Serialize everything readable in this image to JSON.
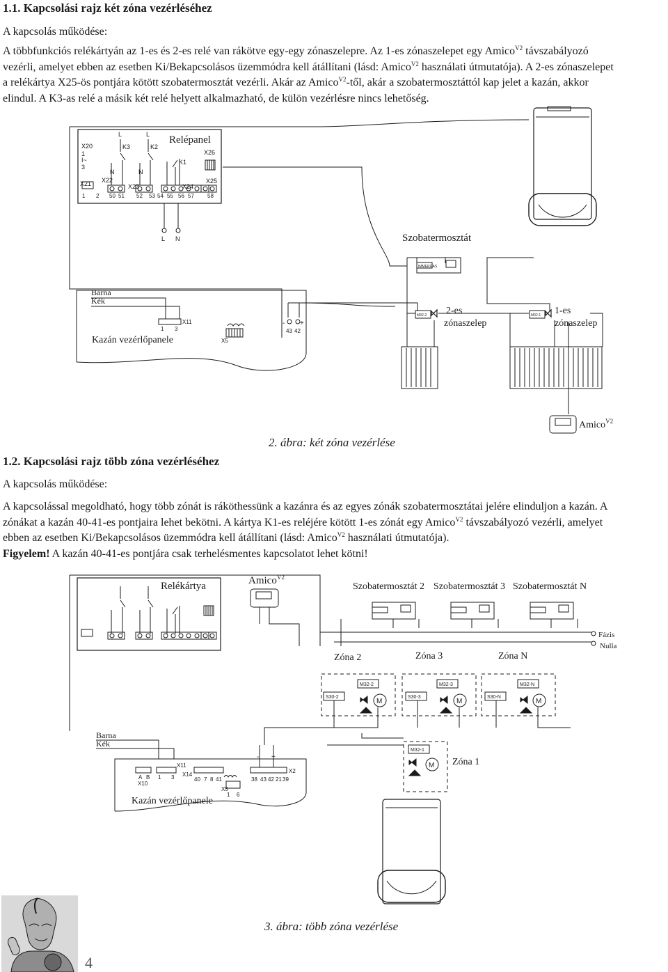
{
  "section1": {
    "heading": "1.1. Kapcsolási rajz két zóna vezérléséhez",
    "subheading": "A kapcsolás működése:",
    "line1": "A többfunkciós relékártyán az 1-es és 2-es relé van rákötve egy-egy zónaszelepre. Az 1-es zónaszelepet egy Amico",
    "line1_sup": "V2",
    "line1_tail": " távszabályozó",
    "line2": "vezérli, amelyet ebben az esetben Ki/Bekapcsolásos üzemmódra kell átállítani (lásd: Amico",
    "line2_sup": "V2",
    "line2_tail": " használati útmutatója). A 2-es zónaszelepet",
    "line3": "a relékártya X25-ös pontjára kötött szobatermosztát vezérli. Akár az Amico",
    "line3_sup": "V2",
    "line3_tail": "-től, akár a szobatermosztáttól kap jelet a kazán, akkor",
    "line4": "elindul. A K3-as relé a másik két relé helyett alkalmazható, de külön vezérlésre nincs lehetőség."
  },
  "figure2": {
    "relay_panel": "Relépanel",
    "room_thermostat": "Szobatermosztát",
    "brown": "Barna",
    "blue": "Kék",
    "boiler_panel": "Kazán vezérlőpanele",
    "zone_valve_2_a": "2-es",
    "zone_valve_2_b": "zónaszelep",
    "zone_valve_1_a": "1-es",
    "zone_valve_1_b": "zónaszelep",
    "amico": "Amico",
    "amico_sup": "V2",
    "caption": "2. ábra: két zóna vezérlése",
    "labels": {
      "x20": "X20",
      "one": "1",
      "i": "I~",
      "three": "3",
      "x21": "X21",
      "x22": "X22",
      "k3": "K3",
      "k2": "K2",
      "k1": "K1",
      "x26": "X26",
      "x25": "X25",
      "x23": "X23",
      "x24": "X24",
      "l": "L",
      "n": "N",
      "t1": "1",
      "t2": "2",
      "t50": "50",
      "t51": "51",
      "t52": "52",
      "t53": "53",
      "t54": "54",
      "t55": "55",
      "t56": "56",
      "t57": "57",
      "t58": "58",
      "x11": "X11",
      "x11_1": "1",
      "x11_3": "3",
      "x5": "X5",
      "minus": "-",
      "plus": "+",
      "t43": "43",
      "t42": "42",
      "m32_2": "M32-2",
      "m32_1": "M32-1",
      "immergas": "IMMERGAS"
    }
  },
  "section2": {
    "heading": "1.2. Kapcsolási rajz több zóna vezérléséhez",
    "subheading": "A kapcsolás működése:",
    "line1": "A kapcsolással megoldható, hogy több zónát is ráköthessünk a kazánra és az egyes zónák szobatermosztátai jelére elinduljon a kazán. A",
    "line2": "zónákat a kazán 40-41-es pontjaira lehet bekötni. A kártya K1-es reléjére kötött 1-es zónát egy Amico",
    "line2_sup": "V2",
    "line2_tail": " távszabályozó vezérli, amelyet",
    "line3": "ebben az esetben Ki/Bekapcsolásos üzemmódra kell átállítani (lásd: Amico",
    "line3_sup": "V2",
    "line3_tail": " használati útmutatója).",
    "warning_bold": "Figyelem!",
    "warning_text": " A kazán 40-41-es pontjára csak terhelésmentes kapcsolatot lehet kötni!"
  },
  "figure3": {
    "relay_card": "Relékártya",
    "amico": "Amico",
    "amico_sup": "V2",
    "thermostat2": "Szobatermosztát 2",
    "thermostat3": "Szobatermosztát 3",
    "thermostatN": "Szobatermosztát N",
    "phase": "Fázis",
    "neutral": "Nulla",
    "zone2": "Zóna 2",
    "zone3": "Zóna 3",
    "zoneN": "Zóna N",
    "zone1": "Zóna 1",
    "brown": "Barna",
    "blue": "Kék",
    "boiler_panel": "Kazán vezérlőpanele",
    "caption": "3. ábra: több zóna vezérlése",
    "labels": {
      "m32_2": "M32-2",
      "m32_3": "M32-3",
      "m32_n": "M32-N",
      "m32_1": "M32-1",
      "s30_2": "S30-2",
      "s30_3": "S30-3",
      "s30_n": "S30-N",
      "m": "M",
      "x10": "X10",
      "a": "A",
      "b": "B",
      "x11": "X11",
      "x14": "X14",
      "x2": "X2",
      "x5": "X5",
      "t40": "40",
      "t7": "7",
      "t8": "8",
      "t41": "41",
      "t38": "38",
      "t43": "43",
      "t42": "42",
      "t21": "21",
      "t39": "39",
      "t1": "1",
      "t3": "3",
      "t6": "6",
      "minus": "-",
      "plus": "+"
    }
  },
  "page_number": "4"
}
